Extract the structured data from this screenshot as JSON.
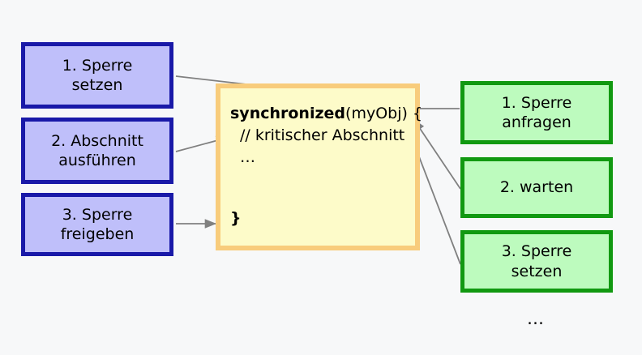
{
  "diagram": {
    "background_color": "#f7f8f9",
    "left_column": {
      "title": "thread-steps",
      "box_fill": "#bfbffa",
      "box_border": "#1919a8",
      "boxes": [
        {
          "name": "lock-acquire",
          "line1": "1. Sperre",
          "line2": "setzen"
        },
        {
          "name": "critical-section",
          "line1": "2. Abschnitt",
          "line2": "ausführen"
        },
        {
          "name": "lock-release",
          "line1": "3. Sperre",
          "line2": "freigeben"
        }
      ]
    },
    "code_block": {
      "fill": "#fdfbc9",
      "border": "#f8cc7c",
      "keyword": "synchronized",
      "signature": "(myObj) {",
      "comment": "// kritischer Abschnitt",
      "body_ellipsis": "…",
      "closing_brace": "}"
    },
    "right_column": {
      "title": "waiting-thread-steps",
      "box_fill": "#bdfbbe",
      "box_border": "#119911",
      "boxes": [
        {
          "name": "lock-request",
          "line1": "1. Sperre",
          "line2": "anfragen"
        },
        {
          "name": "wait",
          "line1": "2. warten",
          "line2": ""
        },
        {
          "name": "lock-acquire-second",
          "line1": "3. Sperre",
          "line2": "setzen"
        }
      ],
      "trailing_ellipsis": "…"
    },
    "arrows": {
      "color": "#808080",
      "items": [
        {
          "name": "arrow-acquire-to-code"
        },
        {
          "name": "arrow-section-to-comment"
        },
        {
          "name": "arrow-release-to-brace"
        },
        {
          "name": "arrow-request-to-brace"
        },
        {
          "name": "arrow-wait-to-code"
        },
        {
          "name": "arrow-acquire2-to-code"
        }
      ]
    }
  }
}
